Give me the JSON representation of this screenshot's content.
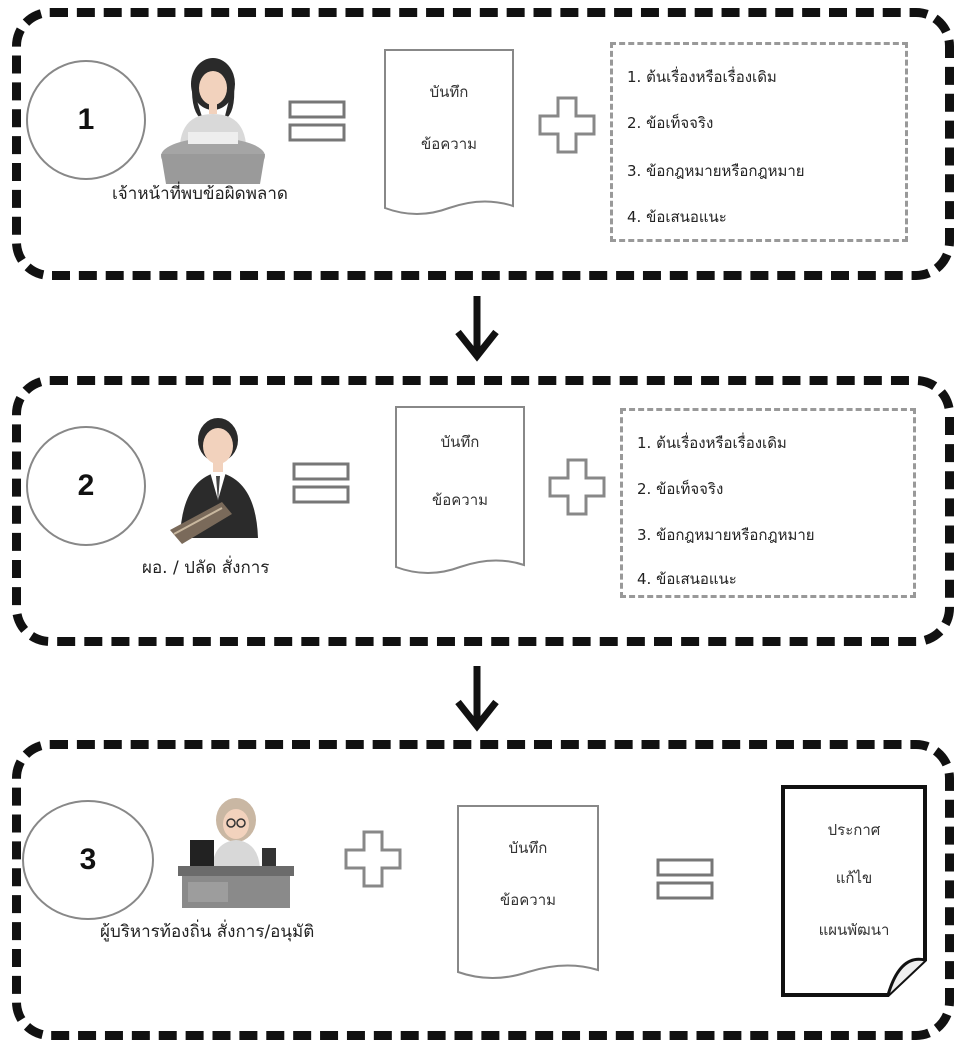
{
  "steps": [
    {
      "number": "1",
      "actor": "เจ้าหน้าที่พบข้อผิดพลาด",
      "memo": [
        "บันทึก",
        "ข้อความ"
      ],
      "list": [
        "1. ต้นเรื่องหรือเรื่องเดิม",
        "2. ข้อเท็จจริง",
        "3. ข้อกฎหมายหรือกฎหมาย",
        "4. ข้อเสนอแนะ"
      ]
    },
    {
      "number": "2",
      "actor": "ผอ. / ปลัด สั่งการ",
      "memo": [
        "บันทึก",
        "ข้อความ"
      ],
      "list": [
        "1. ต้นเรื่องหรือเรื่องเดิม",
        "2. ข้อเท็จจริง",
        "3. ข้อกฎหมายหรือกฎหมาย",
        "4. ข้อเสนอแนะ"
      ]
    },
    {
      "number": "3",
      "actor": "ผู้บริหารท้องถิ่น สั่งการ/อนุมัติ",
      "memo": [
        "บันทึก",
        "ข้อความ"
      ],
      "result": [
        "ประกาศ",
        "แก้ไข",
        "แผนพัฒนา"
      ]
    }
  ],
  "icons": {
    "equals": "equals-icon",
    "plus": "plus-icon",
    "arrow": "arrow-down-icon",
    "document": "document-icon"
  }
}
